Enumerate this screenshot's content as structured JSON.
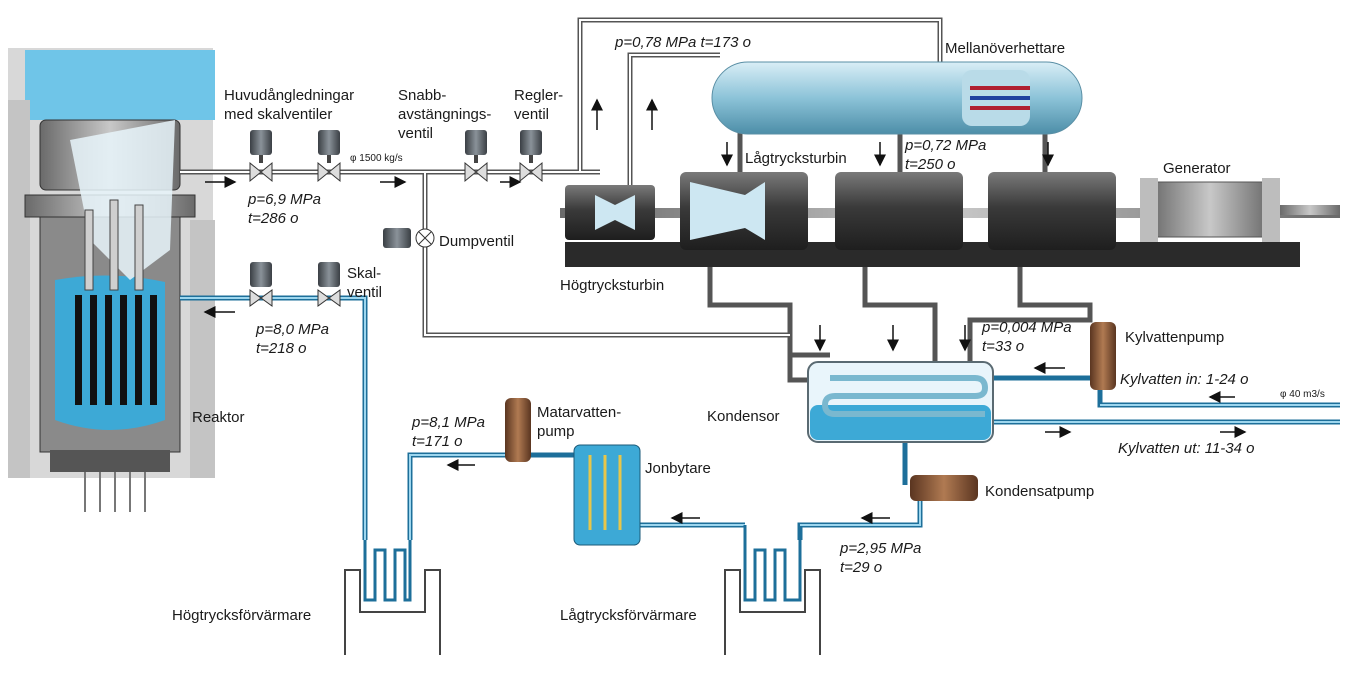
{
  "colors": {
    "water": "#3da9d6",
    "water_light": "#a9dcef",
    "steel": "#4a4a4a",
    "steel_light": "#9a9a9a",
    "pump": "#8a5a3c",
    "pipe_steam": "#6a6a6a",
    "pipe_water": "#1d7fb0"
  },
  "labels": {
    "main_steam": [
      "Huvudångledningar",
      "med skalventiler"
    ],
    "quick_stop": [
      "Snabb-",
      "avstängnings-",
      "ventil"
    ],
    "control_valve": [
      "Regler-",
      "ventil"
    ],
    "reheater": "Mellanöverhettare",
    "lp_turbine": "Lågtrycksturbin",
    "generator": "Generator",
    "dump_valve": "Dumpventil",
    "hp_turbine": "Högtrycksturbin",
    "shell_valve": [
      "Skal-",
      "ventil"
    ],
    "reactor": "Reaktor",
    "cooling_pump": "Kylvattenpump",
    "condenser": "Kondensor",
    "feedwater_pump": [
      "Matarvatten-",
      "pump"
    ],
    "ion_exchanger": "Jonbytare",
    "condensate_pump": "Kondensatpump",
    "hp_preheater": "Högtrycksförvärmare",
    "lp_preheater": "Lågtrycksförvärmare"
  },
  "conditions": {
    "steam_out": [
      "p=6,9 MPa",
      "t=286 o"
    ],
    "water_in": [
      "p=8,0 MPa",
      "t=218 o"
    ],
    "reheat_in": "p=0,78 MPa t=173 o",
    "reheat_out": [
      "p=0,72 MPa",
      "t=250 o"
    ],
    "condenser": [
      "p=0,004 MPa",
      "t=33 o"
    ],
    "feedwater": [
      "p=8,1 MPa",
      "t=171 o"
    ],
    "condensate": [
      "p=2,95 MPa",
      "t=29 o"
    ],
    "cooling_in": "Kylvatten in: 1-24 o",
    "cooling_out": "Kylvatten ut: 11-34 o"
  },
  "flows": {
    "steam_flow": "φ 1500 kg/s",
    "cooling_flow": "φ 40 m3/s"
  }
}
